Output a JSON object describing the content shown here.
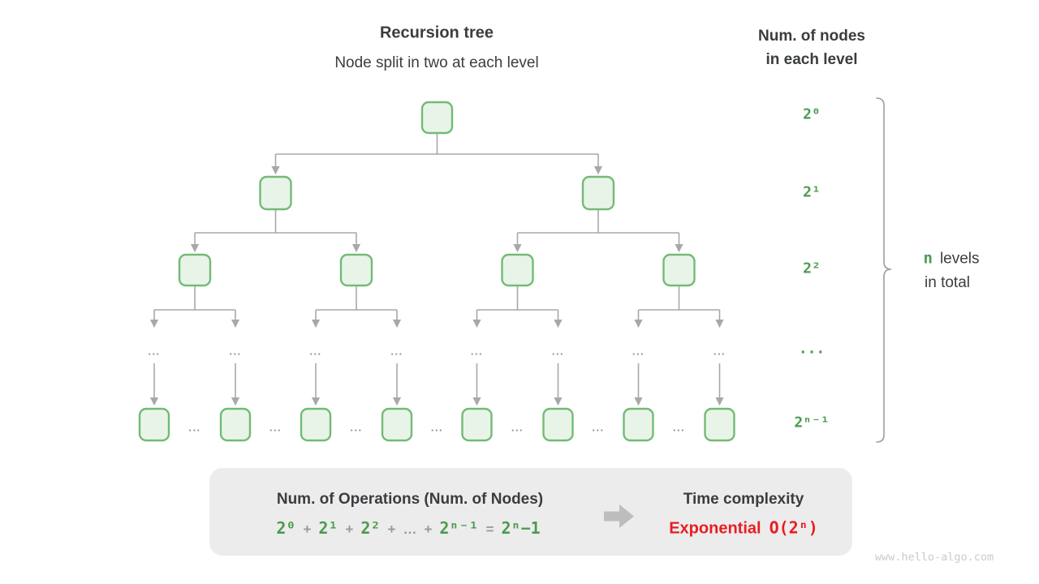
{
  "header": {
    "title": "Recursion tree",
    "subtitle": "Node split in two at each level",
    "right_line1": "Num. of nodes",
    "right_line2": "in each level"
  },
  "level_labels": [
    "2⁰",
    "2¹",
    "2²",
    "...",
    "2ⁿ⁻¹"
  ],
  "brace_note": {
    "n": "n",
    "levels": "levels",
    "line2": "in total"
  },
  "tree": {
    "ellipsis": "..."
  },
  "summary": {
    "operations_title": "Num. of Operations (Num. of Nodes)",
    "formula": {
      "t0": "2⁰",
      "p0": "+",
      "t1": "2¹",
      "p1": "+",
      "t2": "2²",
      "p2": "+",
      "dots": "…",
      "p3": "+",
      "t3": "2ⁿ⁻¹",
      "eq": "=",
      "res": "2ⁿ−1"
    },
    "time_title": "Time complexity",
    "complexity_name": "Exponential",
    "complexity_o": "O(2ⁿ)"
  },
  "watermark": "www.hello-algo.com",
  "colors": {
    "green_text": "#4d9a51",
    "node_border": "#72bb74",
    "node_fill": "#e9f4e9",
    "edge_gray": "#a8a8a8",
    "red": "#e81d22",
    "box_bg": "#ececec"
  }
}
